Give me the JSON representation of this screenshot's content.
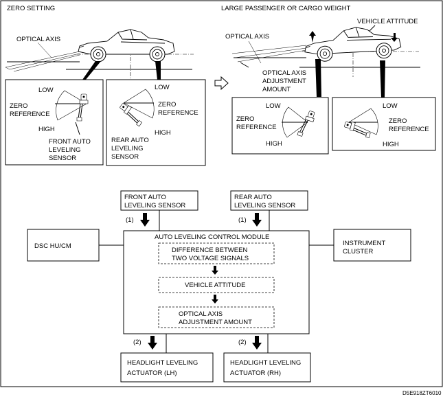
{
  "top": {
    "left_title": "ZERO SETTING",
    "right_title": "LARGE PASSENGER OR CARGO WEIGHT",
    "optical_axis_left": "OPTICAL AXIS",
    "optical_axis_right": "OPTICAL AXIS",
    "vehicle_attitude": "VEHICLE ATTITUDE",
    "adjustment_line1": "OPTICAL AXIS",
    "adjustment_line2": "ADJUSTMENT",
    "adjustment_line3": "AMOUNT"
  },
  "sensor_panels": [
    {
      "low": "LOW",
      "zero1": "ZERO",
      "zero2": "REFERENCE",
      "high": "HIGH",
      "name1": "FRONT AUTO",
      "name2": "LEVELING",
      "name3": "SENSOR"
    },
    {
      "low": "LOW",
      "zero1": "ZERO",
      "zero2": "REFERENCE",
      "high": "HIGH",
      "name1": "REAR AUTO",
      "name2": "LEVELING",
      "name3": "SENSOR"
    },
    {
      "low": "LOW",
      "zero1": "ZERO",
      "zero2": "REFERENCE",
      "high": "HIGH"
    },
    {
      "low": "LOW",
      "zero1": "ZERO",
      "zero2": "REFERENCE",
      "high": "HIGH"
    }
  ],
  "block": {
    "front_sensor1": "FRONT AUTO",
    "front_sensor2": "LEVELING SENSOR",
    "rear_sensor1": "REAR AUTO",
    "rear_sensor2": "LEVELING SENSOR",
    "signal1": "(1)",
    "signal2": "(1)",
    "dsc": "DSC HU/CM",
    "module": "AUTO LEVELING CONTROL MODULE",
    "diff1": "DIFFERENCE BETWEEN",
    "diff2": "TWO VOLTAGE SIGNALS",
    "attitude": "VEHICLE ATTITUDE",
    "opt1": "OPTICAL AXIS",
    "opt2": "ADJUSTMENT AMOUNT",
    "instr1": "INSTRUMENT",
    "instr2": "CLUSTER",
    "out1": "(2)",
    "out2": "(2)",
    "lh1": "HEADLIGHT LEVELING",
    "lh2": "ACTUATOR (LH)",
    "rh1": "HEADLIGHT LEVELING",
    "rh2": "ACTUATOR (RH)"
  },
  "figure_code": "D5E918ZT6010"
}
